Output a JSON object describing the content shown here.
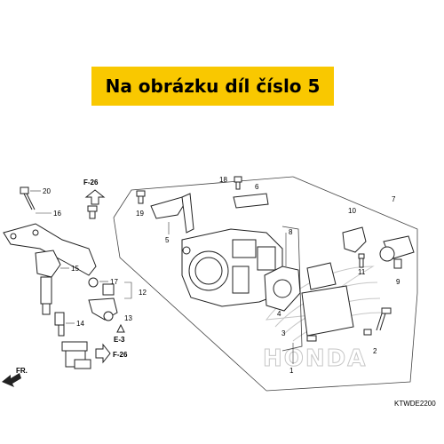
{
  "banner": {
    "text": "Na obrázku díl číslo 5",
    "color": "#f9c800"
  },
  "diagram": {
    "code": "KTWDE2200",
    "brand_watermark": "HONDA",
    "front_marker": "FR.",
    "references": {
      "f26_top": "F-26",
      "f26_bottom": "F-26",
      "e3": "E-3"
    },
    "callouts": {
      "c1": "1",
      "c2": "2",
      "c3": "3",
      "c4": "4",
      "c5": "5",
      "c6": "6",
      "c7": "7",
      "c8": "8",
      "c9": "9",
      "c10": "10",
      "c11": "11",
      "c12": "12",
      "c13": "13",
      "c14": "14",
      "c15": "15",
      "c16": "16",
      "c17": "17",
      "c18": "18",
      "c19": "19",
      "c20": "20"
    }
  }
}
